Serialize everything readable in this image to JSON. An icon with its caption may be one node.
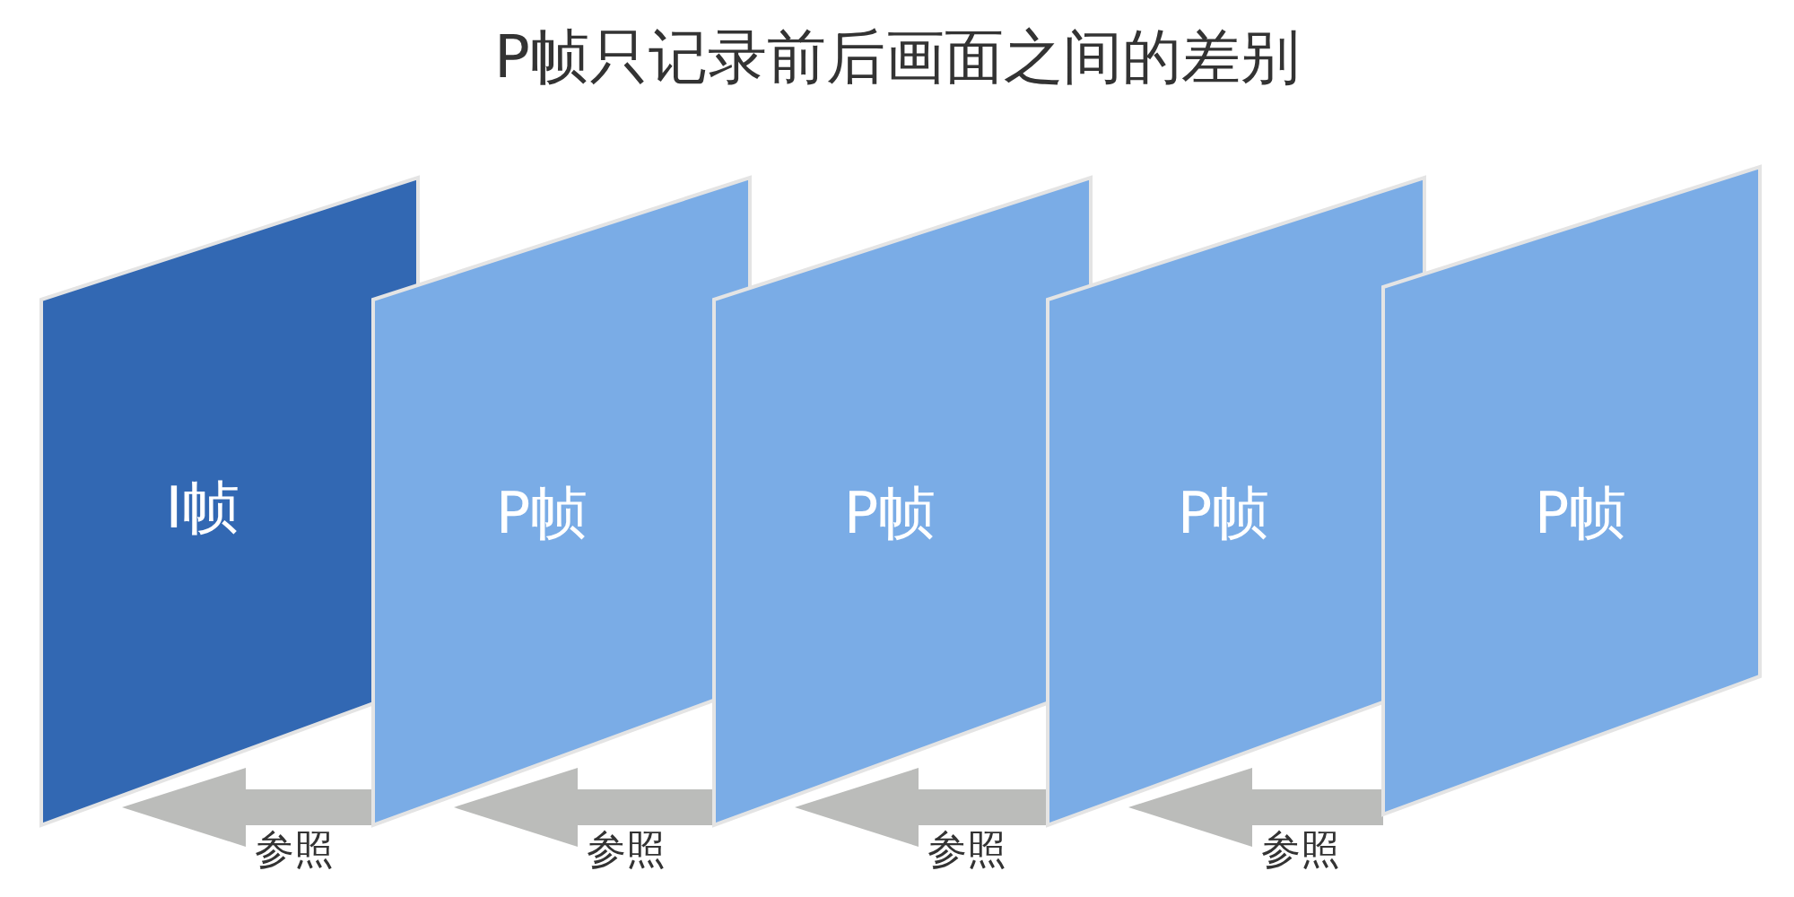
{
  "diagram": {
    "title": "P帧只记录前后画面之间的差别",
    "nodes": [
      {
        "text": [
          "I帧"
        ]
      },
      {
        "text": [
          "P帧"
        ]
      },
      {
        "text": [
          "P帧"
        ]
      },
      {
        "text": [
          "P帧"
        ]
      },
      {
        "text": [
          "P帧"
        ]
      }
    ],
    "edges": [
      {
        "from": 1,
        "to": 0,
        "arrow": "to",
        "label": "参照"
      },
      {
        "from": 2,
        "to": 1,
        "arrow": "to",
        "label": "参照"
      },
      {
        "from": 3,
        "to": 2,
        "arrow": "to",
        "label": "参照"
      },
      {
        "from": 4,
        "to": 3,
        "arrow": "to",
        "label": "参照"
      }
    ]
  }
}
